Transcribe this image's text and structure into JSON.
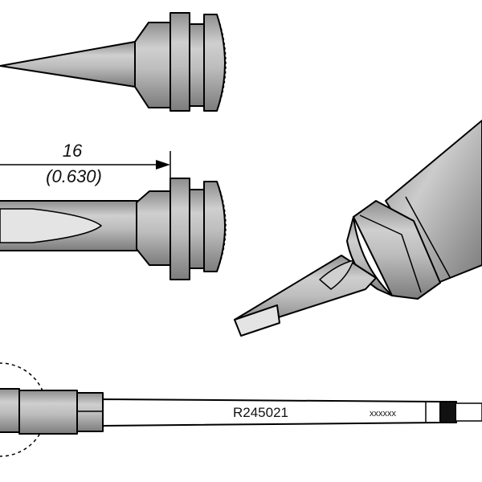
{
  "dimension": {
    "value": "16",
    "value_inch": "(0.630)"
  },
  "marking": {
    "part_number": "R245021",
    "code": "xxxxxx"
  },
  "colors": {
    "body": "#b2b2b2",
    "body_light": "#d2d2d2",
    "outline": "#000000",
    "tip_plating": "#e4e4e4",
    "background": "#ffffff"
  }
}
